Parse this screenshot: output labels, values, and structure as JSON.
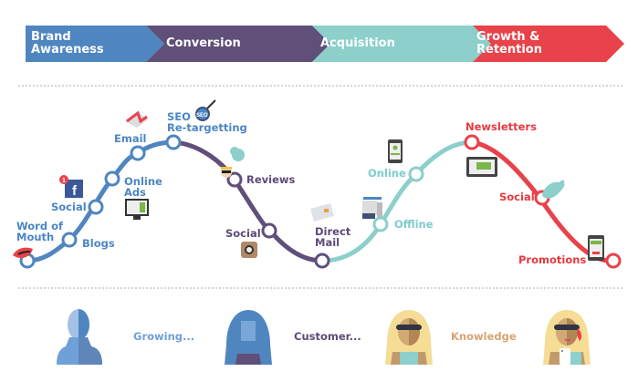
{
  "stages": [
    {
      "label": "Brand Awareness",
      "lines": [
        "Brand",
        "Awareness"
      ],
      "color": "#4f86c0"
    },
    {
      "label": "Conversion",
      "lines": [
        "Conversion"
      ],
      "color": "#5f4f79"
    },
    {
      "label": "Acquisition",
      "lines": [
        "Acquisition"
      ],
      "color": "#8ccfcb"
    },
    {
      "label": "Growth & Retention",
      "lines": [
        "Growth &",
        "Retention"
      ],
      "color": "#e8424a"
    }
  ],
  "journey": {
    "brand_awareness": {
      "word_of_mouth": [
        "Word of",
        "Mouth"
      ],
      "blogs": "Blogs",
      "social": "Social",
      "online_ads": [
        "Online",
        "Ads"
      ],
      "email": "Email",
      "seo": [
        "SEO",
        "Re-targetting"
      ]
    },
    "conversion": {
      "reviews": "Reviews",
      "social": "Social",
      "direct_mail": [
        "Direct",
        "Mail"
      ]
    },
    "acquisition": {
      "offline": "Offline",
      "online": "Online"
    },
    "growth_retention": {
      "newsletters": "Newsletters",
      "social": "Social",
      "promotions": "Promotions"
    },
    "badges": {
      "facebook_notifications": "1",
      "seo_badge": "SEO",
      "facebook_glyph": "f"
    }
  },
  "personas": [
    {
      "label": "Growing...",
      "color": "#6fa0d8"
    },
    {
      "label": "Customer...",
      "color": "#5e4a77"
    },
    {
      "label": "Knowledge",
      "color": "#d9a470"
    }
  ]
}
